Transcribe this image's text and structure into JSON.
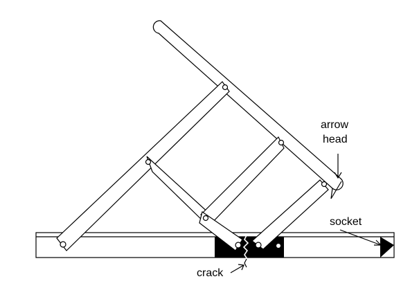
{
  "labels": {
    "arrow": "arrow",
    "head": "head",
    "socket": "socket",
    "crack": "crack"
  },
  "colors": {
    "line": "#000000",
    "background": "#ffffff",
    "socket_fill": "#000000"
  }
}
